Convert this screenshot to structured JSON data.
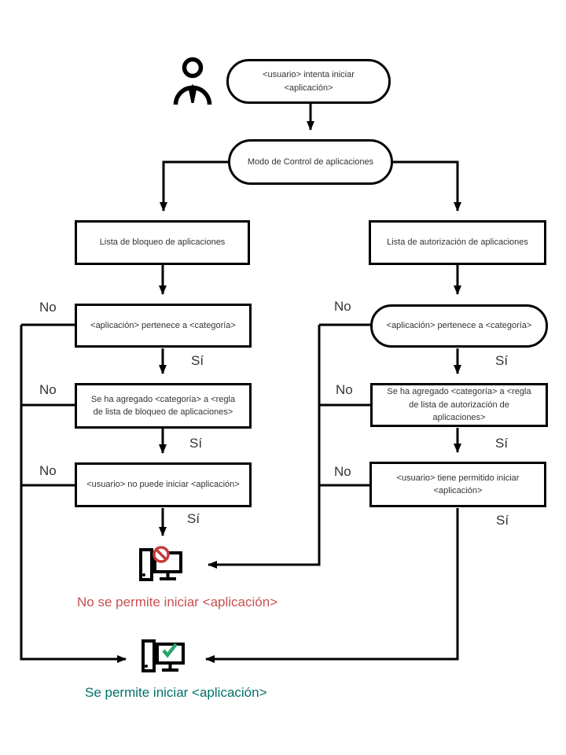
{
  "flowchart": {
    "nodes": {
      "start": "<usuario> intenta iniciar <aplicación>",
      "mode": "Modo de Control de aplicaciones",
      "blocklist": "Lista de bloqueo de aplicaciones",
      "allowlist": "Lista de autorización de aplicaciones",
      "block_category": "<aplicación> pertenece a <categoría>",
      "allow_category": "<aplicación> pertenece a <categoría>",
      "block_rule": "Se ha agregado  <categoría> a <regla de lista de bloqueo de aplicaciones>",
      "allow_rule": "Se ha agregado <categoría> a <regla de lista de autorización de aplicaciones>",
      "block_user": "<usuario> no puede iniciar <aplicación>",
      "allow_user": "<usuario> tiene permitido iniciar <aplicación>"
    },
    "labels": {
      "no": "No",
      "yes": "Sí"
    },
    "results": {
      "blocked": "No se permite iniciar <aplicación>",
      "allowed": "Se permite iniciar <aplicación>"
    },
    "colors": {
      "line": "#000000",
      "box_text": "#333333",
      "blocked_text": "#c94f4f",
      "allowed_text": "#00716a",
      "prohibition_sign": "#c43b3b",
      "check_mark": "#29a56c"
    }
  }
}
